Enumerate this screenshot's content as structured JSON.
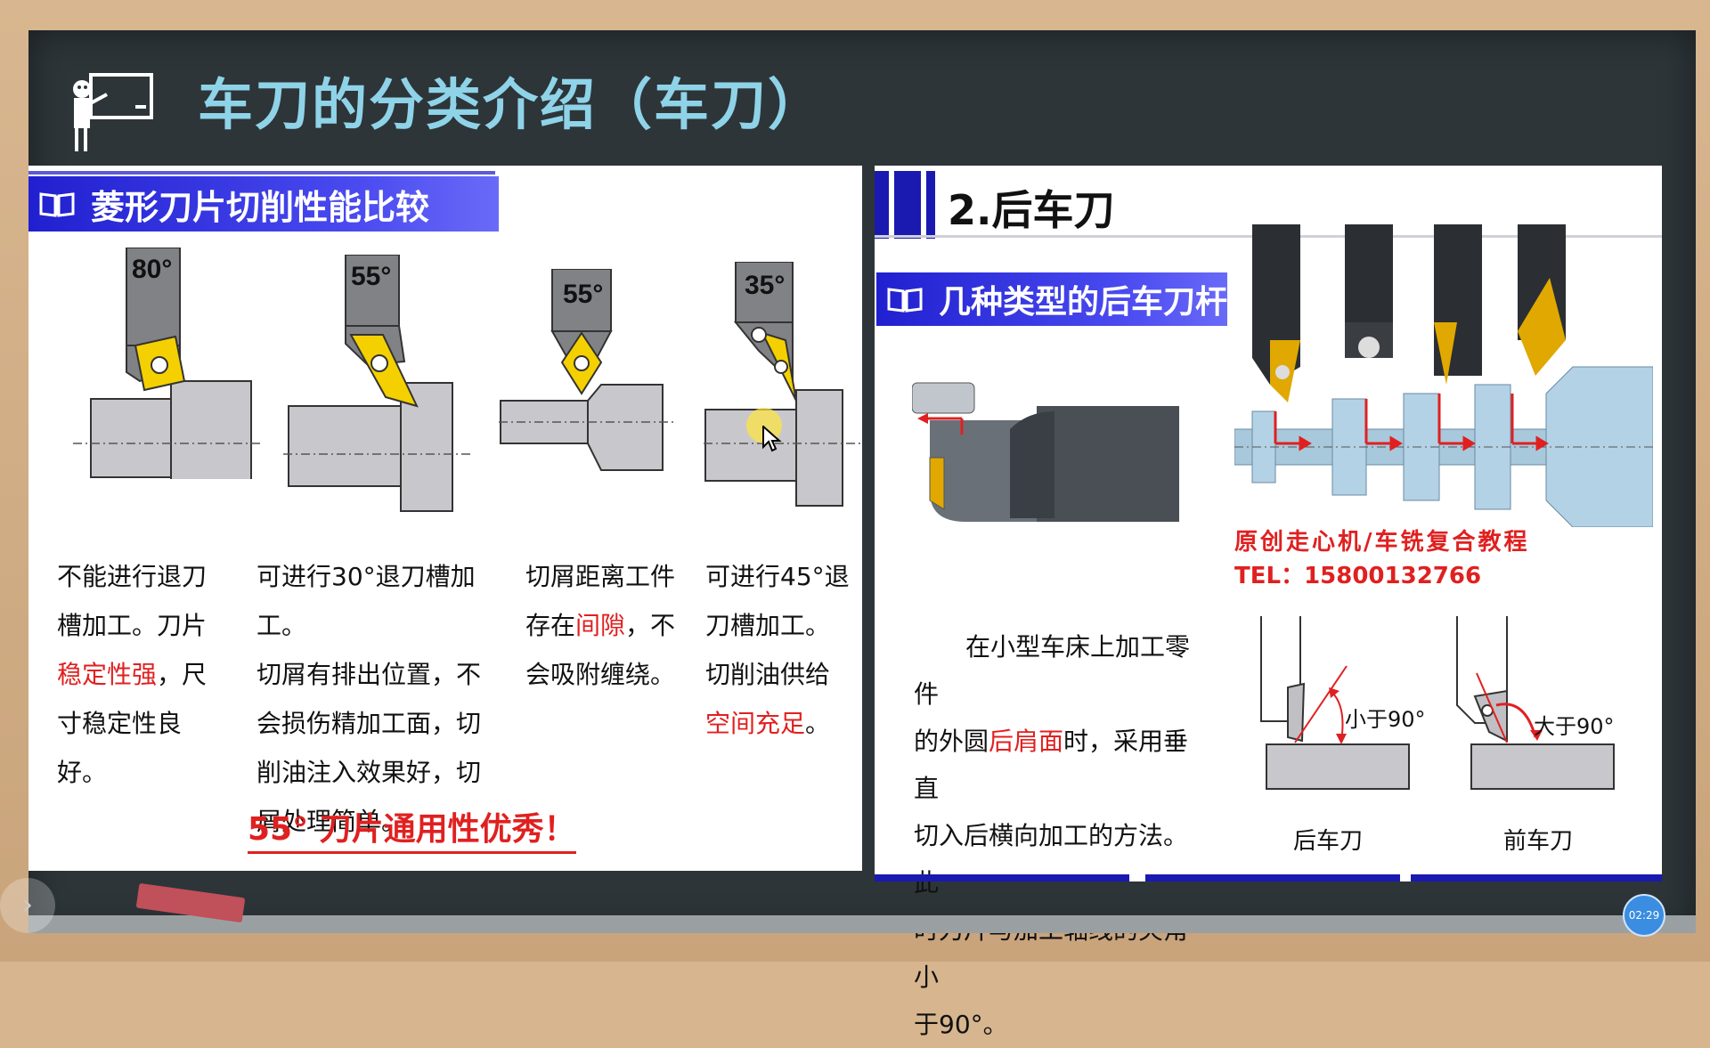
{
  "header": {
    "title": "车刀的分类介绍（车刀）"
  },
  "left": {
    "banner": "菱形刀片切削性能比较",
    "tools": [
      {
        "angle": "80°",
        "desc_lines": [
          [
            "不能进行退刀"
          ],
          [
            "槽加工。刀片"
          ],
          [
            "稳定性强",
            "，尺"
          ],
          [
            "寸稳定性良好。"
          ]
        ]
      },
      {
        "angle": "55°",
        "desc_lines": [
          [
            "可进行30°退刀槽加工。"
          ],
          [
            "切屑有排出位置，不"
          ],
          [
            "会损伤精加工面，切"
          ],
          [
            "削油注入效果好，切"
          ],
          [
            "屑处理简单。"
          ]
        ]
      },
      {
        "angle": "55°",
        "desc_lines": [
          [
            "切屑距离工件"
          ],
          [
            "存在",
            "间隙",
            "，不"
          ],
          [
            "会吸附缠绕。"
          ]
        ]
      },
      {
        "angle": "35°",
        "desc_lines": [
          [
            "可进行45°退"
          ],
          [
            "刀槽加工。"
          ],
          [
            "切削油供给"
          ],
          [
            "空间充足",
            "。"
          ]
        ]
      }
    ],
    "highlight": "55°  刀片通用性优秀！"
  },
  "right": {
    "section_title": "2.后车刀",
    "banner": "几种类型的后车刀杆",
    "watermark": "原创走心机/车铣复合教程",
    "tel": "TEL：15800132766",
    "desc_lines": [
      "在小型车床上加工零件",
      "的外圆",
      "后肩面",
      "时，采用垂直",
      "切入后横向加工的方法。此",
      "时刀片与加工轴线的夹角小",
      "于90°。"
    ],
    "fig_back": {
      "angle_label": "小于90°",
      "caption": "后车刀"
    },
    "fig_front": {
      "angle_label": "大于90°",
      "caption": "前车刀"
    }
  },
  "player": {
    "timer": "02:29",
    "nav": "›"
  },
  "colors": {
    "accent": "#2020d0",
    "highlight": "#e02020",
    "title": "#8fd3e8",
    "insert": "#f5d000"
  }
}
